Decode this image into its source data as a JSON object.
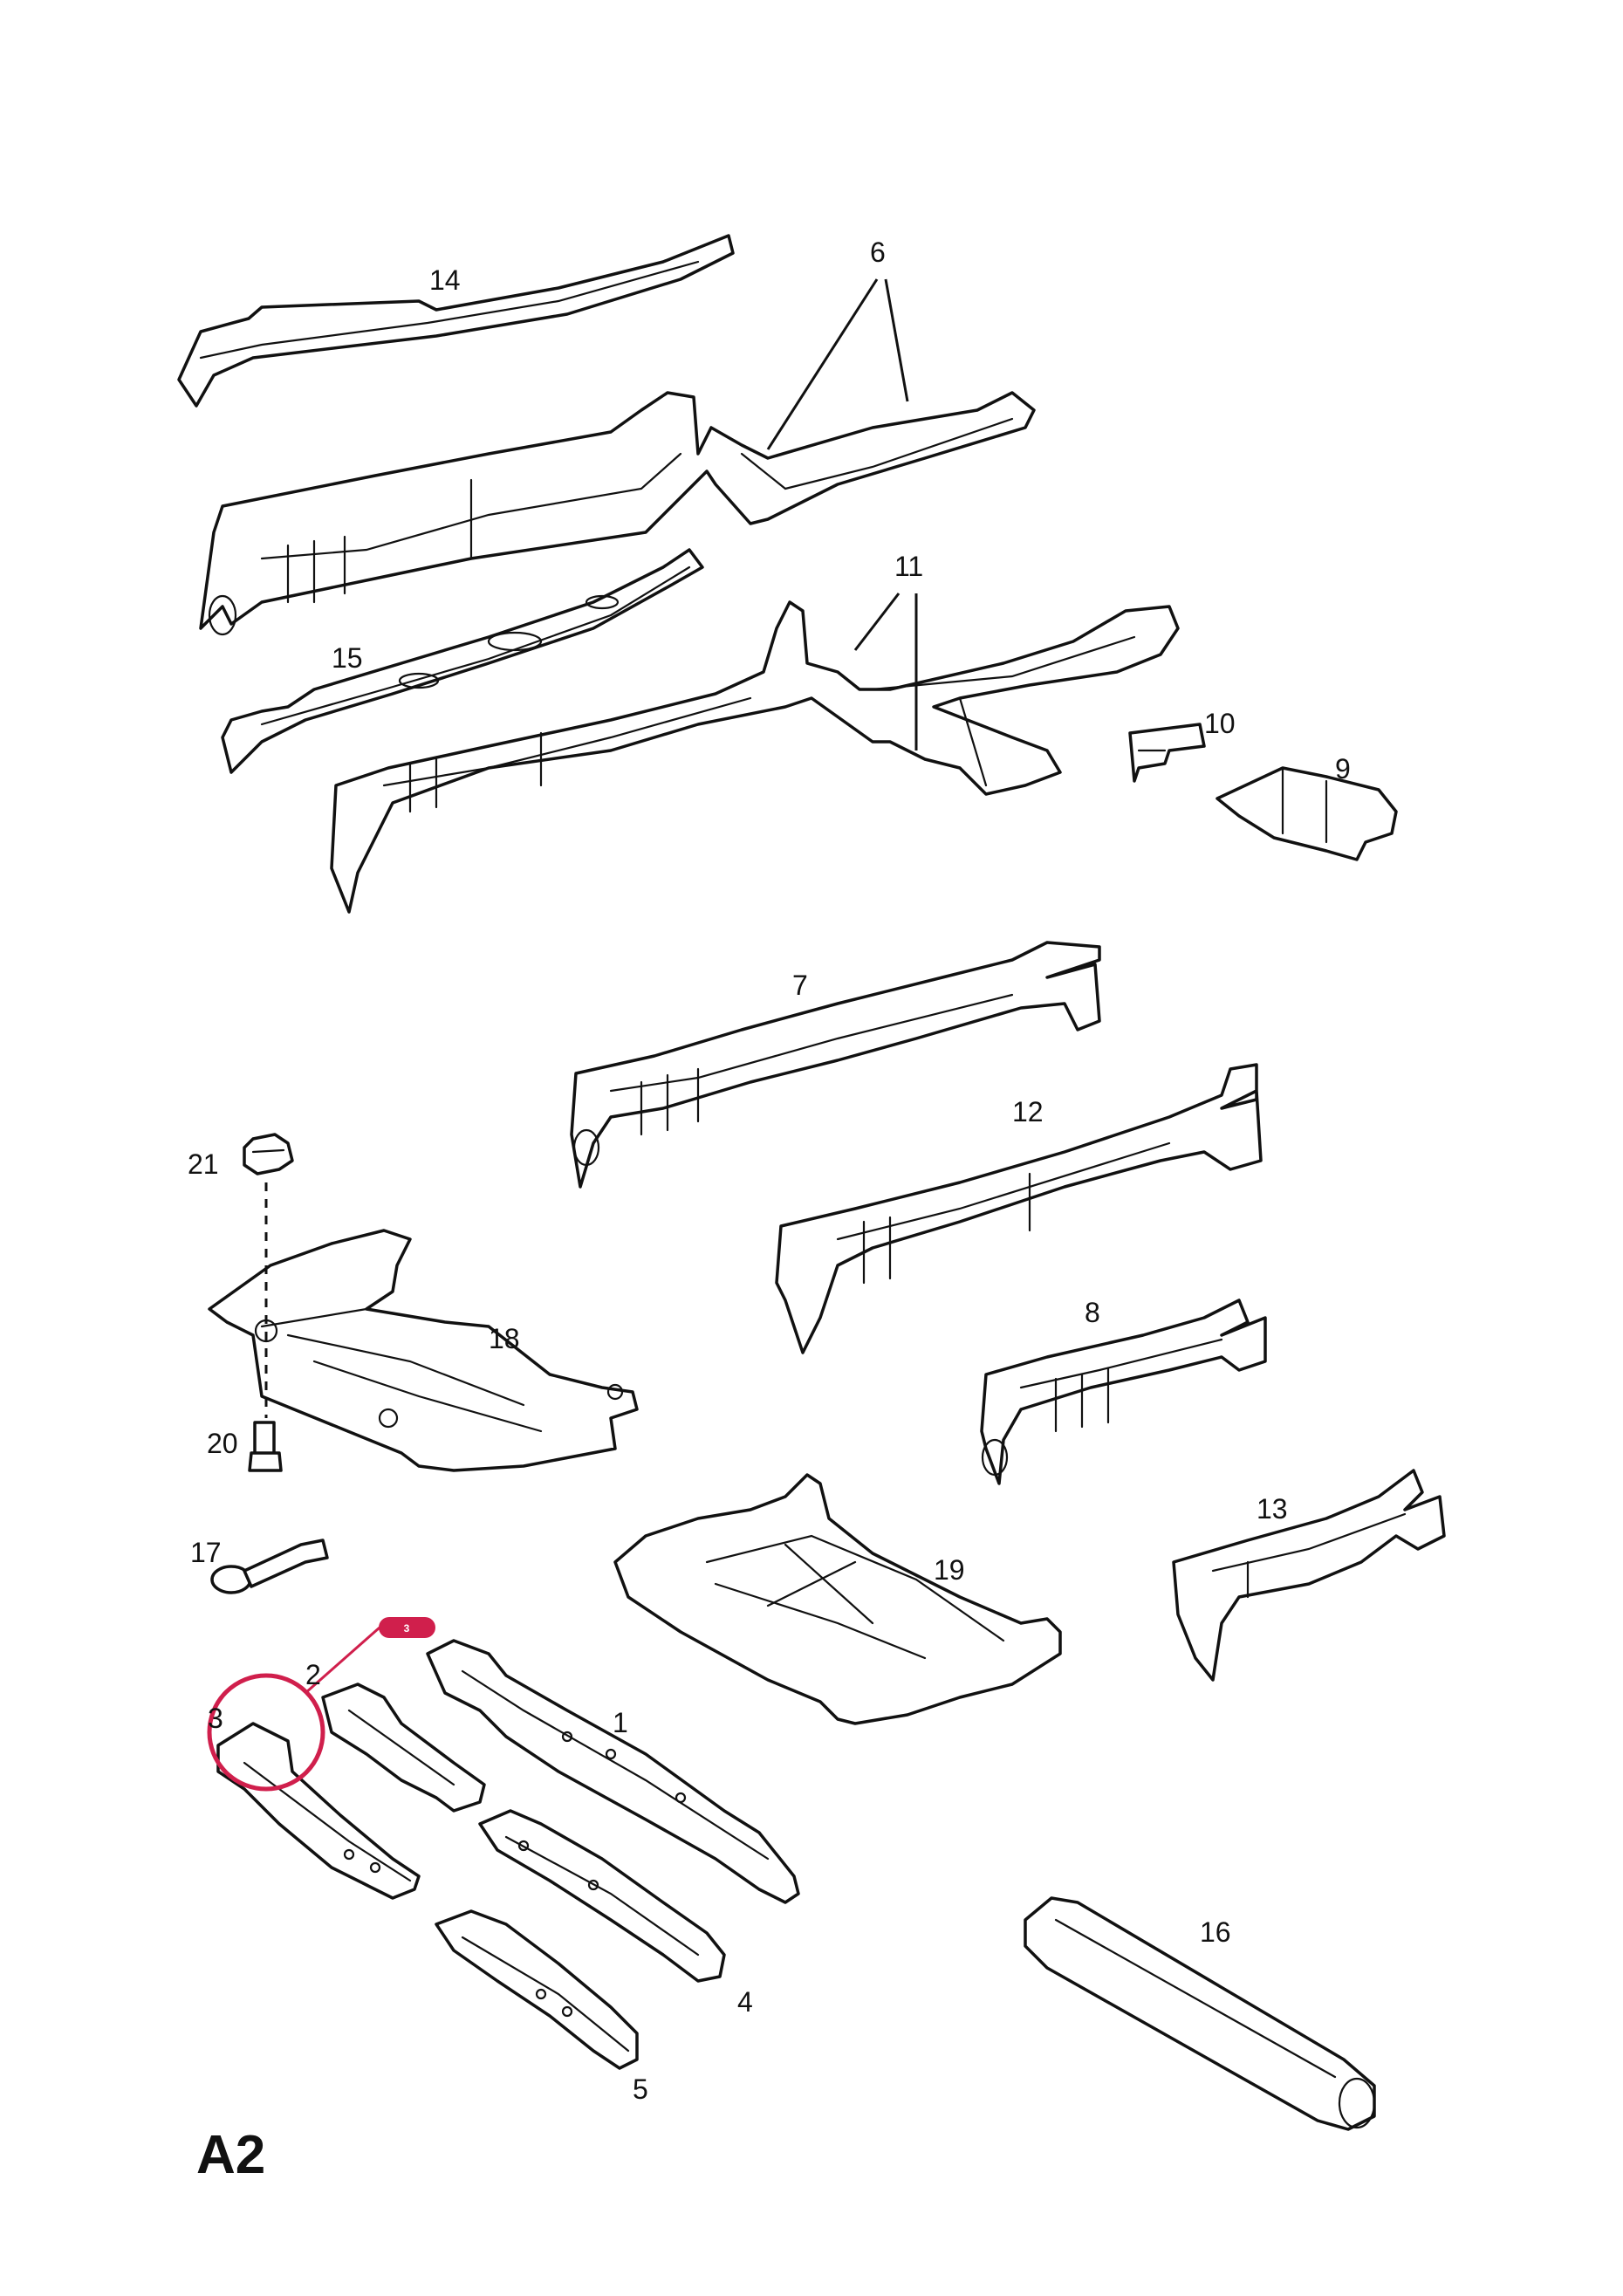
{
  "page_label": "A2",
  "colors": {
    "line": "#111111",
    "background": "#ffffff",
    "highlight": "#d01f4c"
  },
  "highlight": {
    "badge_text": "3"
  },
  "callouts": [
    {
      "id": "1",
      "label": "1"
    },
    {
      "id": "2",
      "label": "2"
    },
    {
      "id": "3",
      "label": "3"
    },
    {
      "id": "4",
      "label": "4"
    },
    {
      "id": "5",
      "label": "5"
    },
    {
      "id": "6",
      "label": "6"
    },
    {
      "id": "7",
      "label": "7"
    },
    {
      "id": "8",
      "label": "8"
    },
    {
      "id": "9",
      "label": "9"
    },
    {
      "id": "10",
      "label": "10"
    },
    {
      "id": "11",
      "label": "11"
    },
    {
      "id": "12",
      "label": "12"
    },
    {
      "id": "13",
      "label": "13"
    },
    {
      "id": "14",
      "label": "14"
    },
    {
      "id": "15",
      "label": "15"
    },
    {
      "id": "16",
      "label": "16"
    },
    {
      "id": "17",
      "label": "17"
    },
    {
      "id": "18",
      "label": "18"
    },
    {
      "id": "19",
      "label": "19"
    },
    {
      "id": "20",
      "label": "20"
    },
    {
      "id": "21",
      "label": "21"
    }
  ]
}
